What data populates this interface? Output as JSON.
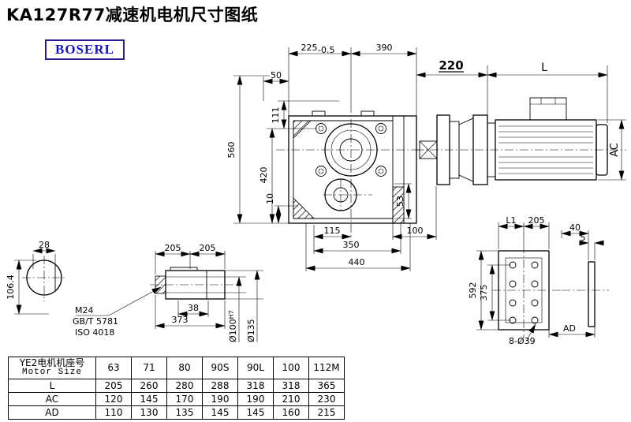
{
  "page": {
    "title": "KA127R77减速机电机尺寸图纸",
    "logo": "BOSERL"
  },
  "dims": {
    "top_50": "50",
    "top_225": "225",
    "top_225_tol": "-0.5",
    "top_390": "390",
    "top_220": "220",
    "top_L": "L",
    "left_560": "560",
    "left_420": "420",
    "left_111": "111",
    "left_10": "10",
    "bottom_115": "115",
    "bottom_53": "53",
    "bottom_350": "350",
    "bottom_440": "440",
    "bottom_100": "100",
    "right_AC": "AC",
    "shaft_28": "28",
    "shaft_106": "106.4",
    "detail_205a": "205",
    "detail_205b": "205",
    "detail_M24": "M24",
    "detail_GB": "GB/T 5781",
    "detail_ISO": "ISO 4018",
    "detail_38": "38",
    "detail_373": "373",
    "detail_d100": "Ø100",
    "detail_d100_tol": "H7",
    "detail_d135": "Ø135",
    "side_L1": "L1",
    "side_205": "205",
    "side_40": "40",
    "side_5": "5",
    "side_592": "592",
    "side_375": "375",
    "side_AD": "AD",
    "side_8d39": "8-Ø39"
  },
  "table": {
    "header_cn": "YE2电机机座号",
    "header_en": "Motor Size",
    "sizes": [
      "63",
      "71",
      "80",
      "90S",
      "90L",
      "100",
      "112M"
    ],
    "rows": [
      {
        "label": "L",
        "values": [
          "205",
          "260",
          "280",
          "288",
          "318",
          "318",
          "365"
        ]
      },
      {
        "label": "AC",
        "values": [
          "120",
          "145",
          "170",
          "190",
          "190",
          "210",
          "230"
        ]
      },
      {
        "label": "AD",
        "values": [
          "110",
          "130",
          "135",
          "145",
          "145",
          "160",
          "215"
        ]
      }
    ]
  }
}
